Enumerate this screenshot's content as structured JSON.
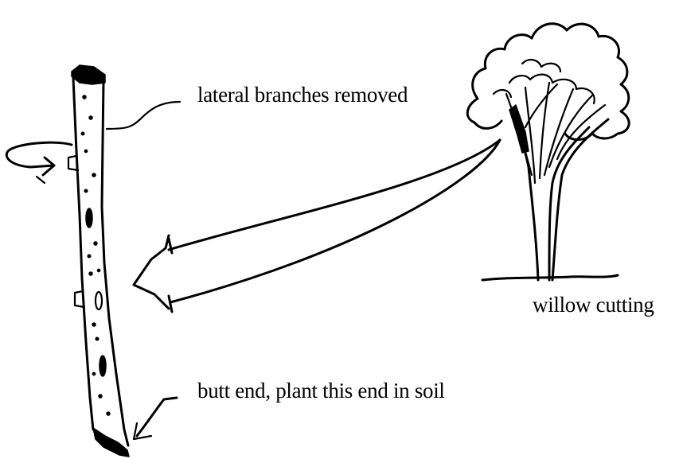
{
  "labels": {
    "lateral_branches": "lateral branches removed",
    "willow_cutting": "willow cutting",
    "butt_end": "butt end, plant this end in soil"
  }
}
